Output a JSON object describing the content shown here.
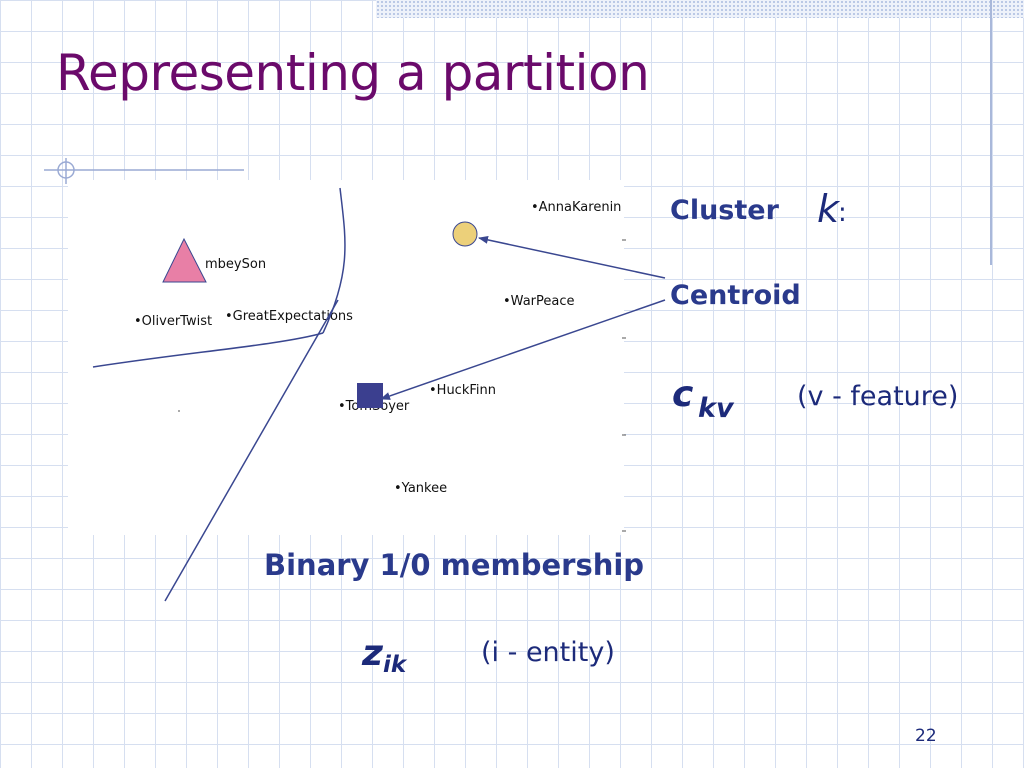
{
  "slide": {
    "title": "Representing a partition",
    "page_number": "22"
  },
  "figure": {
    "points": [
      {
        "id": "annakarenin",
        "label": "•AnnaKarenin"
      },
      {
        "id": "dombeyson",
        "label": "mbeySon"
      },
      {
        "id": "warpeace",
        "label": "•WarPeace"
      },
      {
        "id": "olivertwist",
        "label": "•OliverTwist"
      },
      {
        "id": "greatexpectations",
        "label": "•GreatExpectations"
      },
      {
        "id": "huckfinn",
        "label": "•HuckFinn"
      },
      {
        "id": "tomsoyer",
        "label": "•TomSoyer"
      },
      {
        "id": "yankee",
        "label": "•Yankee"
      }
    ],
    "centroid_colors": {
      "triangle": "#e87fa6",
      "circle": "#ecd07a",
      "square": "#3b3f8f"
    }
  },
  "notes": {
    "cluster_label": "Cluster",
    "cluster_symbol": "k",
    "cluster_colon": ":",
    "centroid_label": "Centroid",
    "centroid_symbol_main": "c",
    "centroid_symbol_sub": "kv",
    "centroid_note": "(v - feature)",
    "membership_label": "Binary 1/0 membership",
    "membership_symbol_main": "z",
    "membership_symbol_sub": "ik",
    "membership_note": "(i - entity)"
  },
  "colors": {
    "title": "#6b0a6b",
    "text": "#2a3a8c",
    "lines": "#3a4790"
  }
}
